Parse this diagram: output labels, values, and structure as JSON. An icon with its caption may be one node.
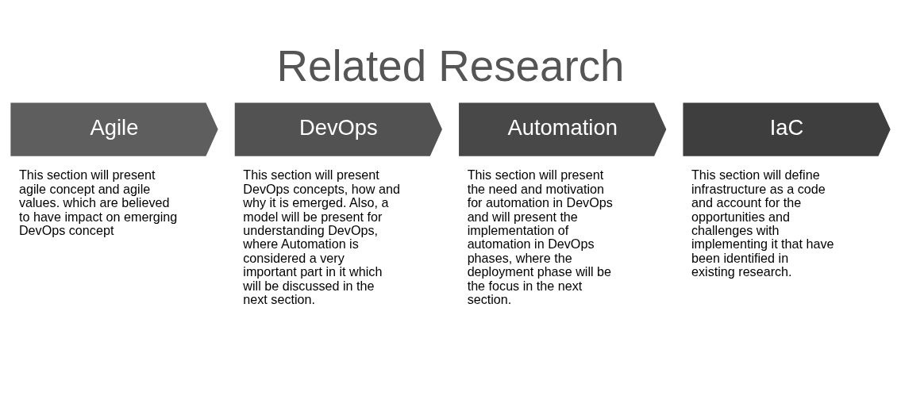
{
  "diagram": {
    "title": "Related Research",
    "nodes": [
      {
        "text": [
          "Agile"
        ],
        "beside": [
          "This section will present agile concept and agile values. which are believed to have impact on emerging DevOps concept"
        ]
      },
      {
        "text": [
          "DevOps"
        ],
        "beside": [
          "This section will present DevOps concepts, how and why it is emerged. Also, a model will be present for understanding DevOps, where Automation is considered a very important part in it which will be discussed in the next section."
        ]
      },
      {
        "text": [
          "Automation"
        ],
        "beside": [
          "This section will present the need and motivation for automation in DevOps and will present the implementation of automation in DevOps phases, where the deployment phase will be the focus in the next section."
        ]
      },
      {
        "text": [
          "IaC"
        ],
        "beside": [
          "This section will define infrastructure as a code and account for the opportunities and challenges with implementing it that have been identified in existing research."
        ]
      }
    ]
  }
}
